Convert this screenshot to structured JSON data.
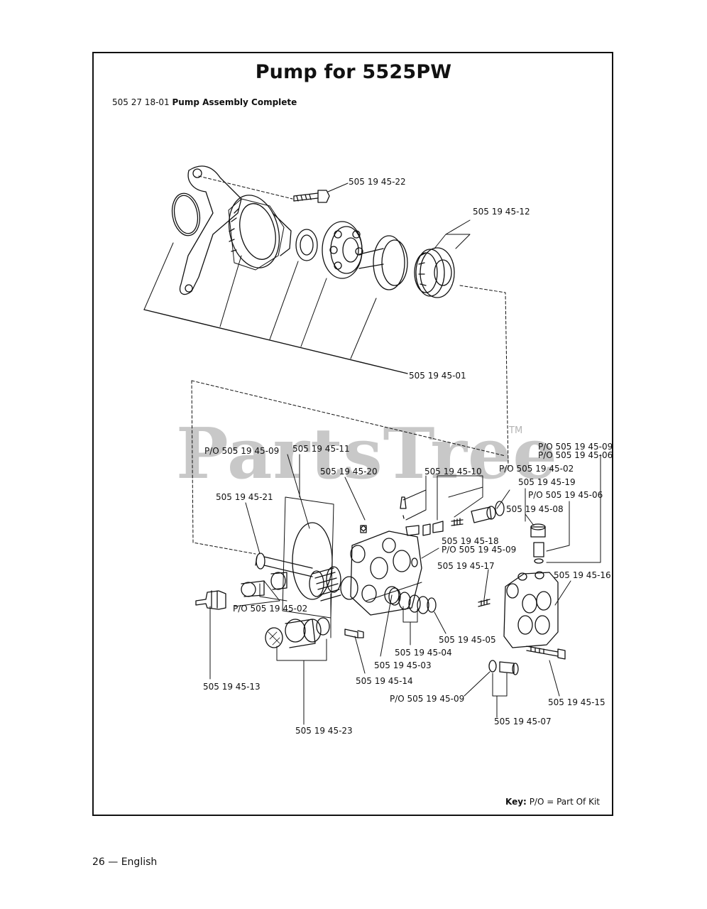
{
  "title": "Pump for 5525PW",
  "assembly": {
    "number": "505 27 18-01",
    "name": "Pump Assembly Complete"
  },
  "watermark": {
    "text": "PartsTree",
    "tm": "TM"
  },
  "labels": {
    "p22": "505 19 45-22",
    "p12": "505 19 45-12",
    "p01": "505 19 45-01",
    "po09a": "P/O 505 19 45-09",
    "p11": "505 19 45-11",
    "p20": "505 19 45-20",
    "p10": "505 19 45-10",
    "po02a": "P/O 505 19 45-02",
    "po09b": "P/O 505 19 45-09",
    "po06a": "P/O 505 19 45-06",
    "p19": "505 19 45-19",
    "po06b": "P/O 505 19 45-06",
    "p21": "505 19 45-21",
    "p08": "505 19 45-08",
    "p18": "505 19 45-18",
    "po09c": "P/O 505 19 45-09",
    "p17": "505 19 45-17",
    "p16": "505 19 45-16",
    "po02b": "P/O 505 19 45-02",
    "p05": "505 19 45-05",
    "p04": "505 19 45-04",
    "p03": "505 19 45-03",
    "p14": "505 19 45-14",
    "p13": "505 19 45-13",
    "po09d": "P/O 505 19 45-09",
    "p15": "505 19 45-15",
    "p07": "505 19 45-07",
    "p23": "505 19 45-23"
  },
  "key": {
    "label": "Key:",
    "text": "P/O = Part Of Kit"
  },
  "footer": "26 — English"
}
